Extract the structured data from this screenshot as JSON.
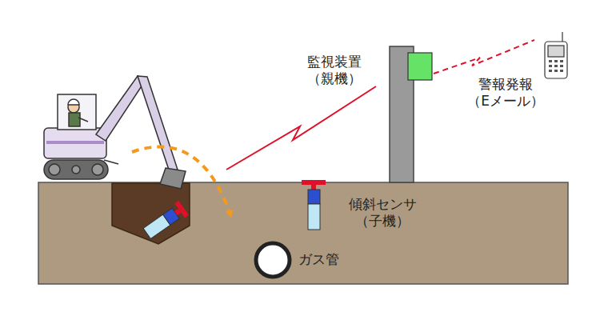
{
  "diagram": {
    "labels": [
      "監視装置 （親機）",
      "警報発報 （Eメール）",
      "傾斜センサ （子機）",
      "ガス管"
    ]
  }
}
